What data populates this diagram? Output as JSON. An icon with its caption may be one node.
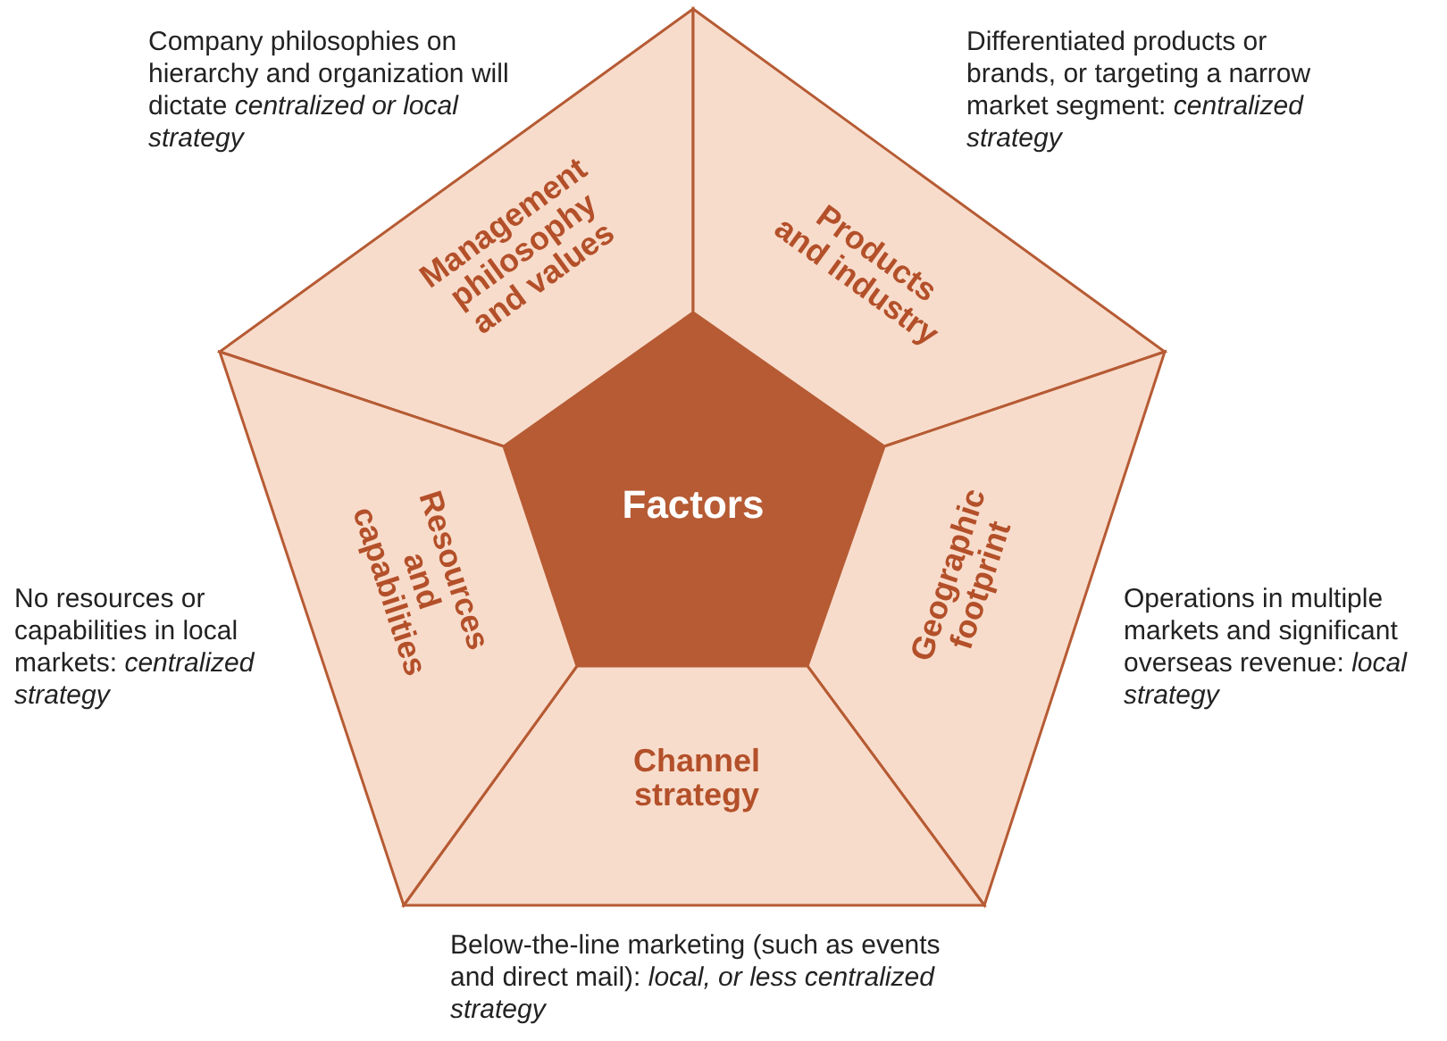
{
  "diagram": {
    "nodes": [
      {
        "text": [
          "Factors"
        ]
      },
      {
        "text": [
          "Management philosophy and values"
        ],
        "beside": [
          "Company philosophies on hierarchy and organization will dictate *centralized or local strategy*"
        ]
      },
      {
        "text": [
          "Products and industry"
        ],
        "beside": [
          "Differentiated products or brands, or targeting a narrow market segment: *centralized strategy*"
        ]
      },
      {
        "text": [
          "Geographic footprint"
        ],
        "beside": [
          "Operations in multiple markets and significant overseas revenue: *local strategy*"
        ]
      },
      {
        "text": [
          "Channel strategy"
        ],
        "beside": [
          "Below-the-line marketing (such as events and direct mail): *local, or less centralized strategy*"
        ]
      },
      {
        "text": [
          "Resources and capabilities"
        ],
        "beside": [
          "No resources or capabilities in local markets: *centralized strategy*"
        ]
      }
    ],
    "edges": []
  }
}
